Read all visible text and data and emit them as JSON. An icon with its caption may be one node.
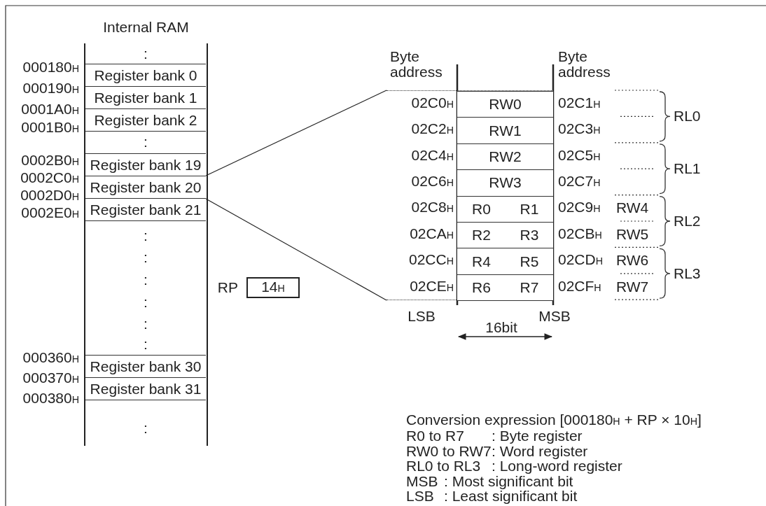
{
  "diagram": {
    "nodes": [
      {
        "text": [
          "Internal RAM"
        ]
      },
      {
        "text": [
          "Register bank 0"
        ],
        "in": 0
      },
      {
        "text": [
          "Register bank 1"
        ],
        "in": 0
      },
      {
        "text": [
          "Register bank 2"
        ],
        "in": 0
      },
      {
        "text": [
          "Register bank 19"
        ],
        "in": 0
      },
      {
        "text": [
          "Register bank 20"
        ],
        "in": 0
      },
      {
        "text": [
          "Register bank 21"
        ],
        "in": 0
      },
      {
        "text": [
          "Register bank 30"
        ],
        "in": 0
      },
      {
        "text": [
          "Register bank 31"
        ],
        "in": 0
      },
      {
        "text": [
          "14$_{H}$"
        ],
        "beside": [
          "RP"
        ]
      },
      {
        "text": [],
        "shape": "box"
      },
      {
        "text": [
          "RW0"
        ],
        "in": 10
      },
      {
        "text": [
          "RW1"
        ],
        "in": 10
      },
      {
        "text": [
          "RW2"
        ],
        "in": 10
      },
      {
        "text": [
          "RW3"
        ],
        "in": 10
      },
      {
        "text": [
          "R0"
        ],
        "in": 10
      },
      {
        "text": [
          "R1"
        ],
        "in": 10
      },
      {
        "text": [
          "R2"
        ],
        "in": 10
      },
      {
        "text": [
          "R3"
        ],
        "in": 10
      },
      {
        "text": [
          "R4"
        ],
        "in": 10
      },
      {
        "text": [
          "R5"
        ],
        "in": 10
      },
      {
        "text": [
          "R6"
        ],
        "in": 10
      },
      {
        "text": [
          "R7"
        ],
        "in": 10
      }
    ],
    "edges": [
      {
        "from": 5,
        "to": 10,
        "arrow": "none"
      },
      {
        "from": 5,
        "to": 10,
        "arrow": "none"
      }
    ],
    "labels": [
      ":",
      "000180$_{H}$",
      "000190$_{H}$",
      "0001A0$_{H}$",
      "0001B0$_{H}$",
      ":",
      "0002B0$_{H}$",
      "0002C0$_{H}$",
      "0002D0$_{H}$",
      "0002E0$_{H}$",
      ":",
      ":",
      ":",
      ":",
      ":",
      ":",
      "000360$_{H}$",
      "000370$_{H}$",
      "000380$_{H}$",
      ":",
      "Byte address",
      "Byte address",
      "02C0$_{H}$",
      "02C2$_{H}$",
      "02C4$_{H}$",
      "02C6$_{H}$",
      "02C8$_{H}$",
      "02CA$_{H}$",
      "02CC$_{H}$",
      "02CE$_{H}$",
      "02C1$_{H}$",
      "02C3$_{H}$",
      "02C5$_{H}$",
      "02C7$_{H}$",
      "02C9$_{H}$",
      "02CB$_{H}$",
      "02CD$_{H}$",
      "02CF$_{H}$",
      "RW4",
      "RW5",
      "RW6",
      "RW7",
      "RL0",
      "RL1",
      "RL2",
      "RL3",
      "LSB",
      "MSB",
      "16bit",
      "Conversion expression [000180$_{H}$ + RP × 10$_{H}$]",
      "R0 to R7",
      ": Byte register",
      "RW0 to RW7",
      ": Word register",
      "RL0 to RL3",
      ": Long-word register",
      "MSB",
      ": Most significant bit",
      "LSB",
      ": Least significant bit"
    ]
  }
}
